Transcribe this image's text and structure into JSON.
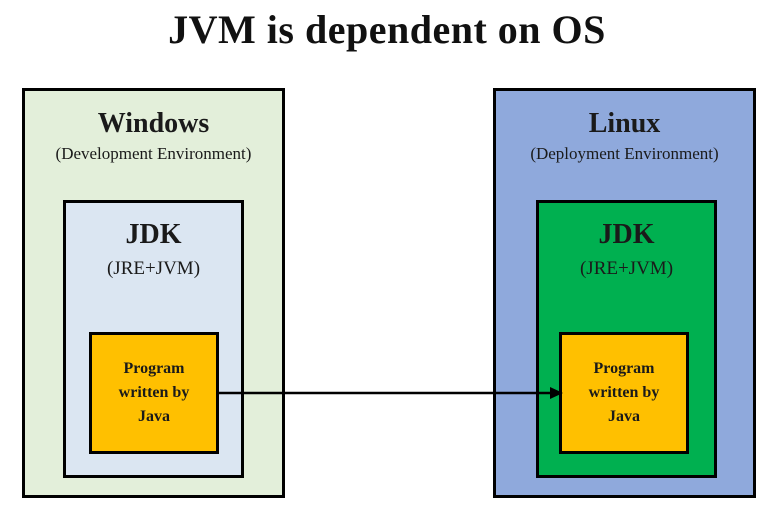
{
  "title": "JVM is dependent on OS",
  "arrow": {
    "direction": "left-to-right"
  },
  "colors": {
    "windows_box_bg": "#e3efda",
    "windows_jdk_bg": "#dbe6f2",
    "linux_box_bg": "#8fa9dc",
    "linux_jdk_bg": "#00b050",
    "program_bg": "#ffc000",
    "border": "#000000"
  },
  "environments": [
    {
      "name": "Windows",
      "subtitle": "(Development Environment)",
      "jdk": {
        "label": "JDK",
        "sublabel": "(JRE+JVM)"
      },
      "program": {
        "lines": [
          "Program",
          "written by",
          "Java"
        ]
      }
    },
    {
      "name": "Linux",
      "subtitle": "(Deployment Environment)",
      "jdk": {
        "label": "JDK",
        "sublabel": "(JRE+JVM)"
      },
      "program": {
        "lines": [
          "Program",
          "written by",
          "Java"
        ]
      }
    }
  ]
}
